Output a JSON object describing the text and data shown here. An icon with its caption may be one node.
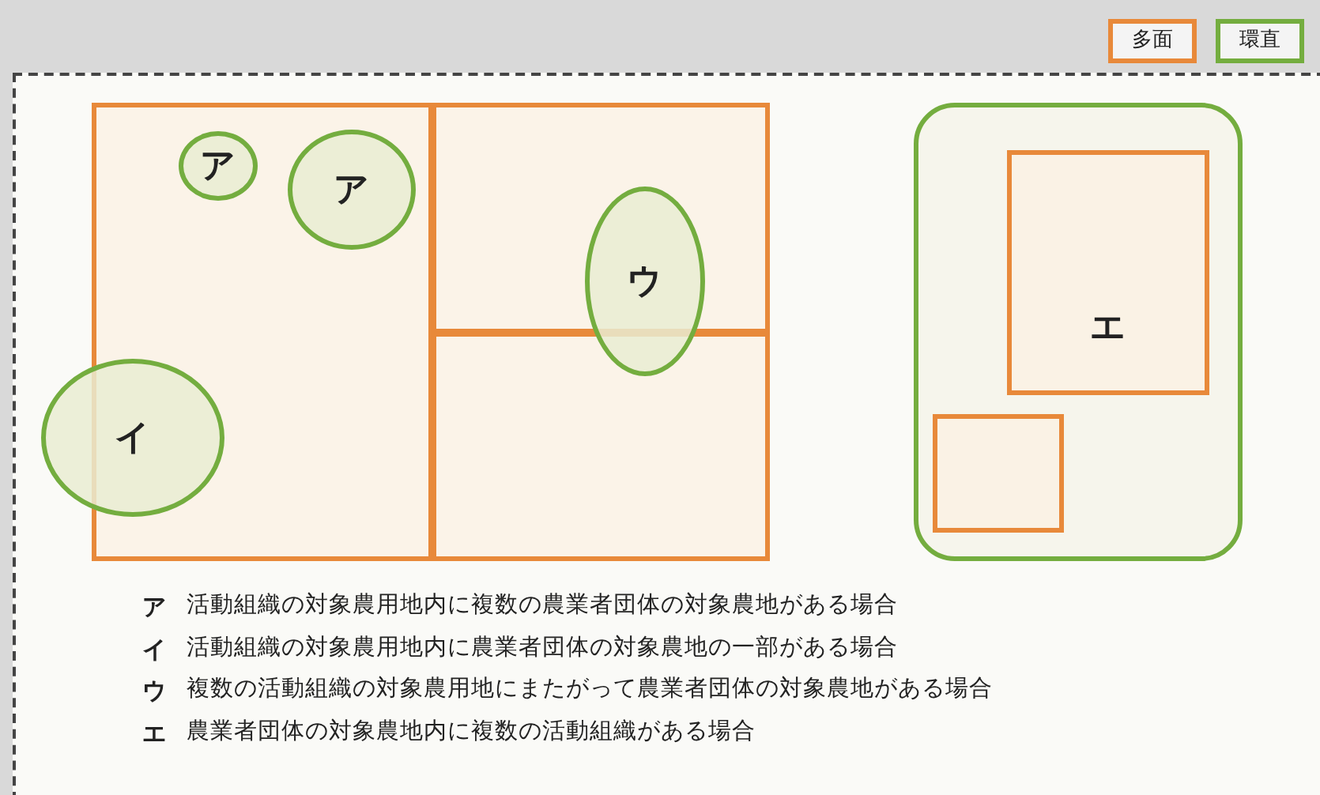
{
  "diagram": {
    "nodes": [
      {
        "text": [],
        "shape": "box"
      },
      {
        "text": [],
        "shape": "box"
      },
      {
        "text": [],
        "shape": "box"
      },
      {
        "text": [
          "ア"
        ],
        "in": 0
      },
      {
        "text": [
          "ア"
        ],
        "in": 0
      },
      {
        "text": [
          "ウ"
        ]
      },
      {
        "text": [
          "イ"
        ]
      },
      {
        "text": [],
        "shape": "box"
      },
      {
        "text": [
          "エ"
        ],
        "in": 7
      },
      {
        "text": [],
        "shape": "box",
        "in": 7
      }
    ],
    "labels": [
      "ア",
      "活動組織の対象農用地内に複数の農業者団体の対象農地がある場合",
      "イ",
      "活動組織の対象農用地内に農業者団体の対象農地の一部がある場合",
      "ウ",
      "複数の活動組織の対象農用地にまたがって農業者団体の対象農地がある場合",
      "エ",
      "農業者団体の対象農地内に複数の活動組織がある場合"
    ],
    "legend": [
      {
        "text": "多面",
        "color": "#e8893a"
      },
      {
        "text": "環直",
        "color": "#74ad3f"
      }
    ]
  }
}
